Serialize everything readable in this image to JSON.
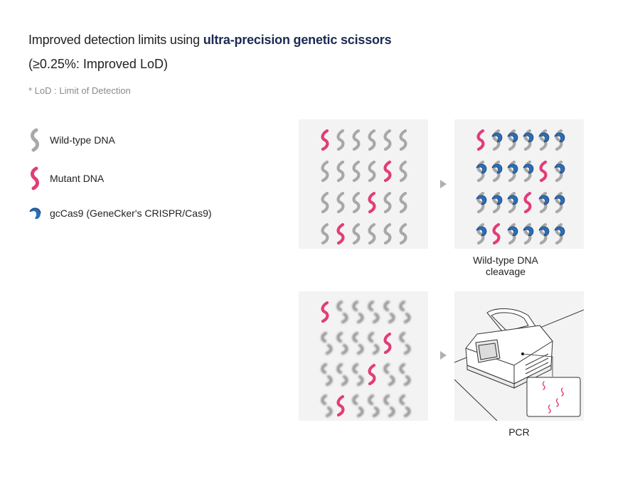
{
  "header": {
    "title_prefix": "Improved detection limits using ",
    "title_highlight": "ultra-precision genetic scissors",
    "subtitle": "(≥0.25%: Improved LoD)",
    "footnote": "* LoD : Limit of Detection"
  },
  "legend": {
    "wild_type": "Wild-type DNA",
    "mutant": "Mutant DNA",
    "cas9": "gcCas9 (GeneCker's CRISPR/Cas9)"
  },
  "captions": {
    "cleavage": "Wild-type DNA cleavage",
    "pcr": "PCR"
  },
  "colors": {
    "mutant": "#e23d78",
    "wild_type": "#a8a8a8",
    "cas9": "#2a6fb5",
    "panel_bg": "#f3f3f3"
  },
  "mutant_positions": [
    {
      "row": 1,
      "col": 1
    },
    {
      "row": 2,
      "col": 5
    },
    {
      "row": 3,
      "col": 4
    },
    {
      "row": 4,
      "col": 2
    }
  ]
}
